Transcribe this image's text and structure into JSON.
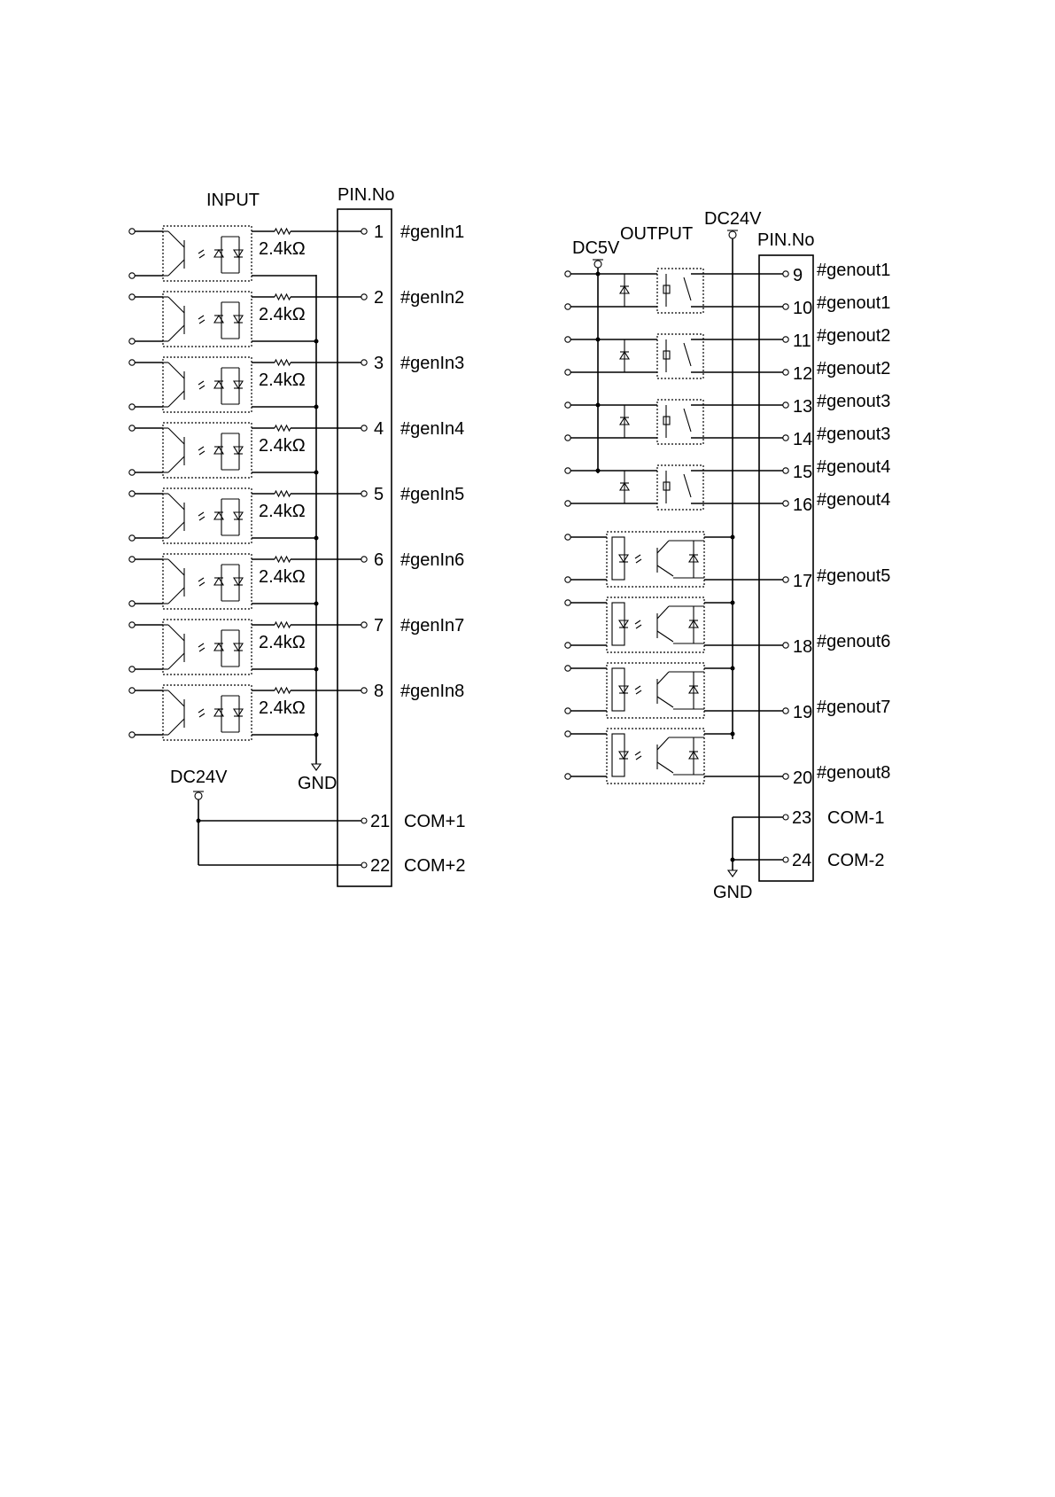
{
  "input_section": {
    "title": "INPUT",
    "pin_header": "PIN.No",
    "resistor_label": "2.4kΩ",
    "channels": [
      {
        "pin": "1",
        "signal": "#genIn1"
      },
      {
        "pin": "2",
        "signal": "#genIn2"
      },
      {
        "pin": "3",
        "signal": "#genIn3"
      },
      {
        "pin": "4",
        "signal": "#genIn4"
      },
      {
        "pin": "5",
        "signal": "#genIn5"
      },
      {
        "pin": "6",
        "signal": "#genIn6"
      },
      {
        "pin": "7",
        "signal": "#genIn7"
      },
      {
        "pin": "8",
        "signal": "#genIn8"
      }
    ],
    "gnd_label": "GND",
    "supply_label": "DC24V",
    "common": [
      {
        "pin": "21",
        "signal": "COM+1"
      },
      {
        "pin": "22",
        "signal": "COM+2"
      }
    ]
  },
  "output_section": {
    "title": "OUTPUT",
    "pin_header": "PIN.No",
    "dc5v_label": "DC5V",
    "dc24v_label": "DC24V",
    "relay_pins": [
      {
        "pin": "9",
        "signal": "#genout1"
      },
      {
        "pin": "10",
        "signal": "#genout1"
      },
      {
        "pin": "11",
        "signal": "#genout2"
      },
      {
        "pin": "12",
        "signal": "#genout2"
      },
      {
        "pin": "13",
        "signal": "#genout3"
      },
      {
        "pin": "14",
        "signal": "#genout3"
      },
      {
        "pin": "15",
        "signal": "#genout4"
      },
      {
        "pin": "16",
        "signal": "#genout4"
      }
    ],
    "transistor_pins": [
      {
        "pin": "17",
        "signal": "#genout5"
      },
      {
        "pin": "18",
        "signal": "#genout6"
      },
      {
        "pin": "19",
        "signal": "#genout7"
      },
      {
        "pin": "20",
        "signal": "#genout8"
      }
    ],
    "common": [
      {
        "pin": "23",
        "signal": "COM-1"
      },
      {
        "pin": "24",
        "signal": "COM-2"
      }
    ],
    "gnd_label": "GND"
  }
}
